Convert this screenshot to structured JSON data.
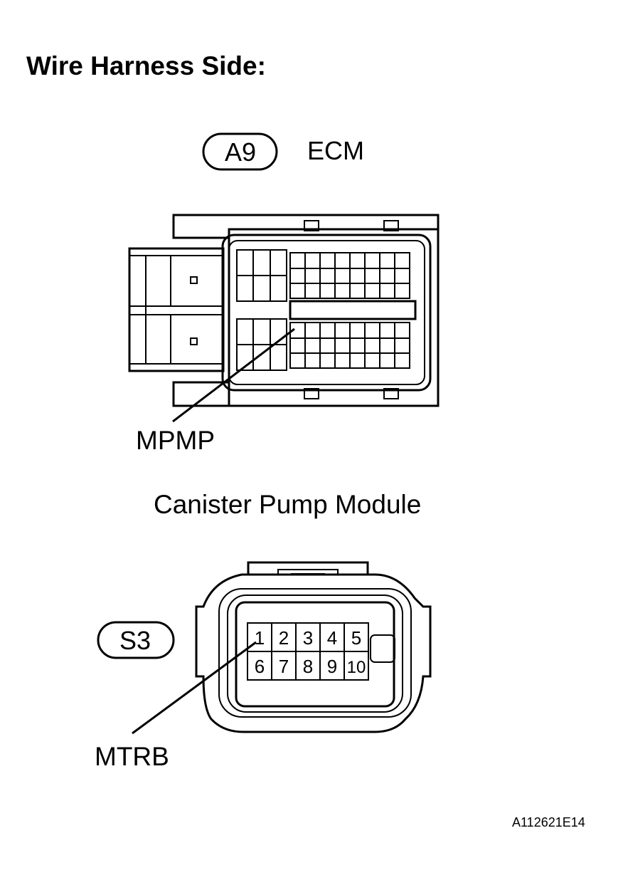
{
  "title": "Wire Harness Side:",
  "ecm": {
    "connector_code": "A9",
    "name": "ECM",
    "terminal_label": "MPMP"
  },
  "canister_pump_module": {
    "connector_code": "S3",
    "name": "Canister Pump Module",
    "terminals": [
      "1",
      "2",
      "3",
      "4",
      "5",
      "6",
      "7",
      "8",
      "9",
      "10"
    ],
    "terminal_label": "MTRB"
  },
  "figure_ref": "A112621E14"
}
